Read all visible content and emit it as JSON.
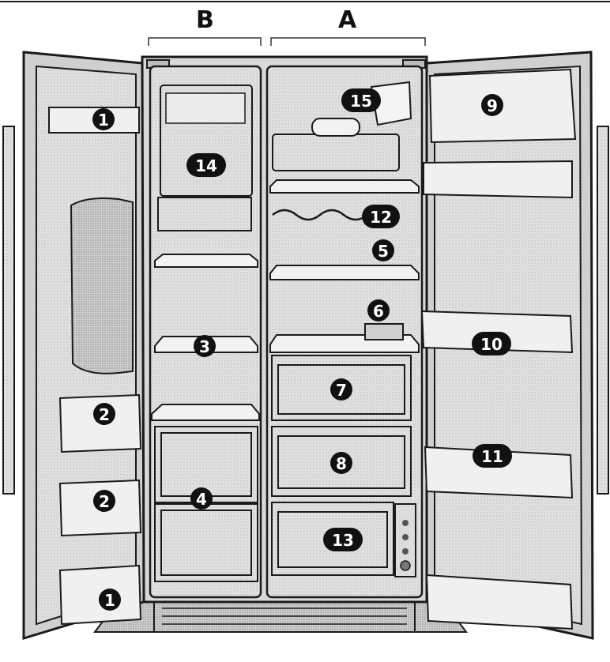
{
  "headers": {
    "b": "B",
    "a": "A"
  },
  "labels": [
    {
      "id": "left-door-top-shelf",
      "text": "1"
    },
    {
      "id": "left-door-upper-bin",
      "text": "2"
    },
    {
      "id": "left-door-lower-bin",
      "text": "2"
    },
    {
      "id": "left-door-bottom-bin",
      "text": "1"
    },
    {
      "id": "freezer-shelf",
      "text": "3"
    },
    {
      "id": "freezer-baskets",
      "text": "4"
    },
    {
      "id": "fridge-shelf-hook",
      "text": "5"
    },
    {
      "id": "egg-holder",
      "text": "6"
    },
    {
      "id": "crisper-upper",
      "text": "7"
    },
    {
      "id": "crisper-middle",
      "text": "8"
    },
    {
      "id": "right-door-dairy",
      "text": "9"
    },
    {
      "id": "right-door-middle-bin",
      "text": "10"
    },
    {
      "id": "right-door-lower-bin",
      "text": "11"
    },
    {
      "id": "wine-rack",
      "text": "12"
    },
    {
      "id": "fresh-drawer",
      "text": "13"
    },
    {
      "id": "ice-maker",
      "text": "14"
    },
    {
      "id": "water-filter",
      "text": "15"
    }
  ],
  "colors": {
    "outline": "#1a1a1a",
    "interior": "#e4e4e4",
    "panel": "#d2d2d2",
    "badge": "#111111"
  }
}
